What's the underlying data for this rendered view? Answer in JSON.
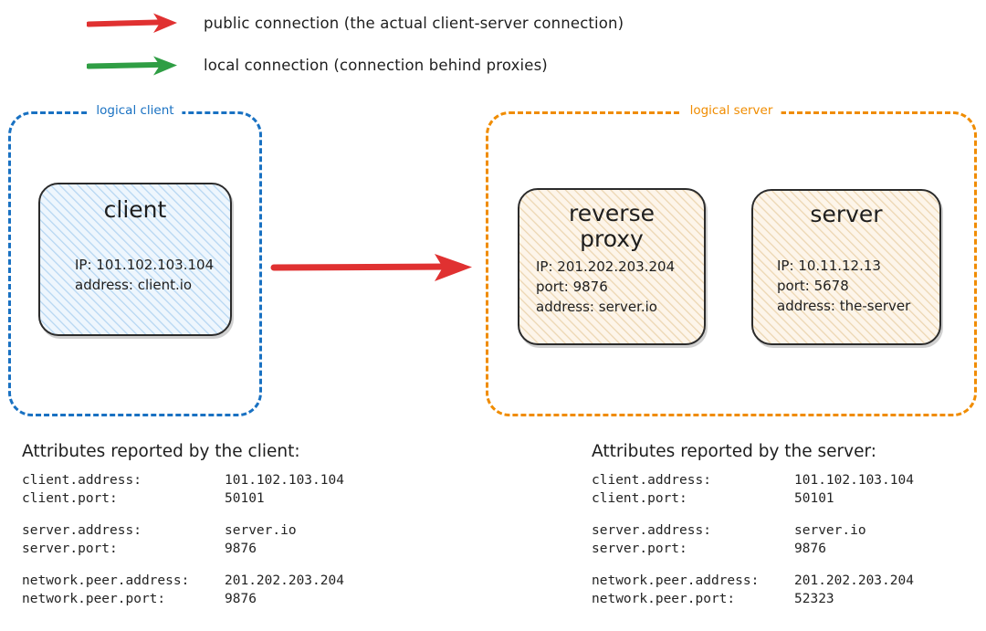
{
  "legend": {
    "items": [
      {
        "icon": "red-arrow-icon",
        "color": "#e03131",
        "label": "public connection (the actual client-server connection)"
      },
      {
        "icon": "green-arrow-icon",
        "color": "#2f9e44",
        "label": "local connection (connection behind proxies)"
      }
    ]
  },
  "groups": {
    "client": {
      "label": "logical client",
      "color": "#1971c2"
    },
    "server": {
      "label": "logical server",
      "color": "#f08c00"
    }
  },
  "nodes": {
    "client": {
      "title": "client",
      "attrs": "IP: 101.102.103.104\naddress: client.io",
      "fill": "#eef6fd",
      "hatch": "#bcd9f2"
    },
    "reverse_proxy": {
      "title": "reverse\nproxy",
      "attrs": "IP: 201.202.203.204\nport: 9876\naddress: server.io",
      "fill": "#fdf5ea",
      "hatch": "#efd9b6"
    },
    "server": {
      "title": "server",
      "attrs": "IP: 10.11.12.13\nport: 5678\naddress: the-server",
      "fill": "#fdf5ea",
      "hatch": "#efd9b6"
    }
  },
  "connection": {
    "public_arrow_color": "#e03131"
  },
  "reports": {
    "client": {
      "heading": "Attributes reported by the client:",
      "rows": [
        {
          "key": "client.address:",
          "value": "101.102.103.104"
        },
        {
          "key": "client.port:",
          "value": "50101"
        },
        {
          "key": "",
          "value": ""
        },
        {
          "key": "server.address:",
          "value": "server.io"
        },
        {
          "key": "server.port:",
          "value": "9876"
        },
        {
          "key": "",
          "value": ""
        },
        {
          "key": "network.peer.address:",
          "value": "201.202.203.204"
        },
        {
          "key": "network.peer.port:",
          "value": "9876"
        }
      ]
    },
    "server": {
      "heading": "Attributes reported by the server:",
      "rows": [
        {
          "key": "client.address:",
          "value": "101.102.103.104"
        },
        {
          "key": "client.port:",
          "value": "50101"
        },
        {
          "key": "",
          "value": ""
        },
        {
          "key": "server.address:",
          "value": "server.io"
        },
        {
          "key": "server.port:",
          "value": "9876"
        },
        {
          "key": "",
          "value": ""
        },
        {
          "key": "network.peer.address:",
          "value": "201.202.203.204"
        },
        {
          "key": "network.peer.port:",
          "value": "52323"
        }
      ]
    }
  }
}
